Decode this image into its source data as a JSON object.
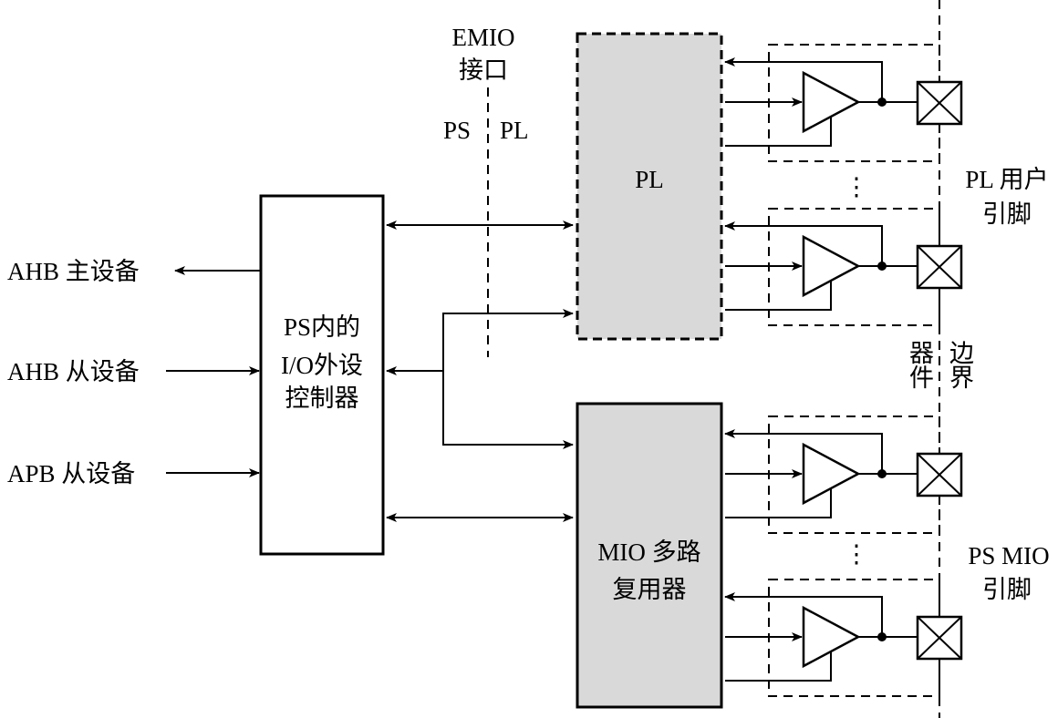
{
  "labels": {
    "ahb_master": "AHB 主设备",
    "ahb_slave": "AHB 从设备",
    "apb_slave": "APB 从设备",
    "controller_line1": "PS内的",
    "controller_line2": "I/O外设",
    "controller_line3": "控制器",
    "emio_line1": "EMIO",
    "emio_line2": "接口",
    "ps": "PS",
    "pl": "PL",
    "pl_block": "PL",
    "mio_line1": "MIO 多路",
    "mio_line2": "复用器",
    "pl_pins_line1": "PL 用户",
    "pl_pins_line2": "引脚",
    "ps_pins_line1": "PS MIO",
    "ps_pins_line2": "引脚",
    "boundary_col1": "器件",
    "boundary_col2": "边界",
    "ellipsis": "⋮"
  },
  "colors": {
    "block_fill": "#d9d9d9",
    "line": "#000000"
  }
}
